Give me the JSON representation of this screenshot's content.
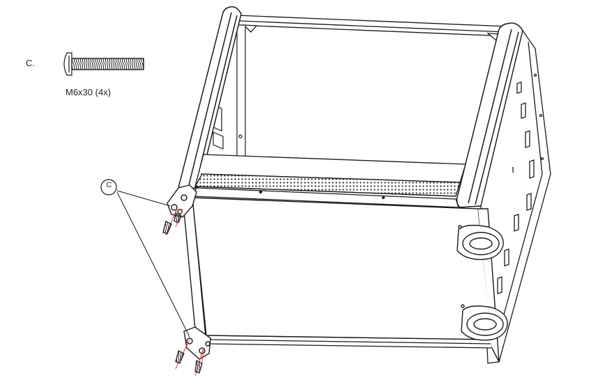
{
  "part": {
    "letter": "C.",
    "spec": "M6x30 (4x)",
    "icon": "bolt-icon"
  },
  "callout": {
    "letter": "C",
    "icon": "callout-circle-icon"
  },
  "colors": {
    "line": "#1a1a1a",
    "screw_axis": "#d23b3b",
    "background": "#ffffff"
  }
}
